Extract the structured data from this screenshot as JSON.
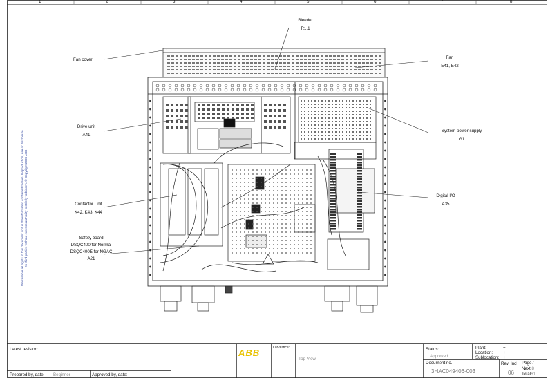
{
  "grid_columns": [
    "1",
    "2",
    "3",
    "4",
    "5",
    "6",
    "7",
    "8"
  ],
  "callouts": {
    "bleeder": {
      "name": "Bleeder",
      "ref": "R1.1"
    },
    "fan_cover": {
      "name": "Fan cover"
    },
    "fan": {
      "name": "Fan",
      "ref": "E41, E42"
    },
    "drive_unit": {
      "name": "Drive unit",
      "ref": "A41"
    },
    "system_power_supply": {
      "name": "System power supply",
      "ref": "G1"
    },
    "contactor_unit": {
      "name": "Contactor Unit",
      "ref": "K42, K43, K44"
    },
    "digital_io": {
      "name": "Digital I/O",
      "ref": "A35"
    },
    "safety_board": {
      "line1": "Safety board",
      "line2": "DSQC400 for Normal",
      "line3": "DSQC400E for NGAC",
      "ref": "A21"
    }
  },
  "side_note": "We reserve all rights in this document and in the information contained therein. Reproduction, use or disclosure to third parties without express authority is strictly forbidden. © Copyright 2008 ABB",
  "title_block": {
    "latest_revision_label": "Latest revision:",
    "prepared_label": "Prepared by, date:",
    "prepared_value": "Beginner",
    "approved_label": "Approved by, date:",
    "logo_text": "ABB",
    "lab_office_label": "Lab/Office:",
    "view_title": "Top View",
    "status_label": "Status:",
    "status_value": "Approved",
    "document_no_label": "Document no.",
    "document_no_value": "3HAC049406-003",
    "plant_label": "Plant:",
    "plant_value": "=",
    "location_label": "Location:",
    "location_value": "+",
    "sublocation_label": "Sublocation:",
    "sublocation_value": "+",
    "rev_ind_label": "Rev. Ind",
    "rev_ind_value": "06",
    "page_label": "Page",
    "page_value": "7",
    "next_label": "Next",
    "next_value": "8",
    "total_label": "Total",
    "total_value": "61"
  }
}
